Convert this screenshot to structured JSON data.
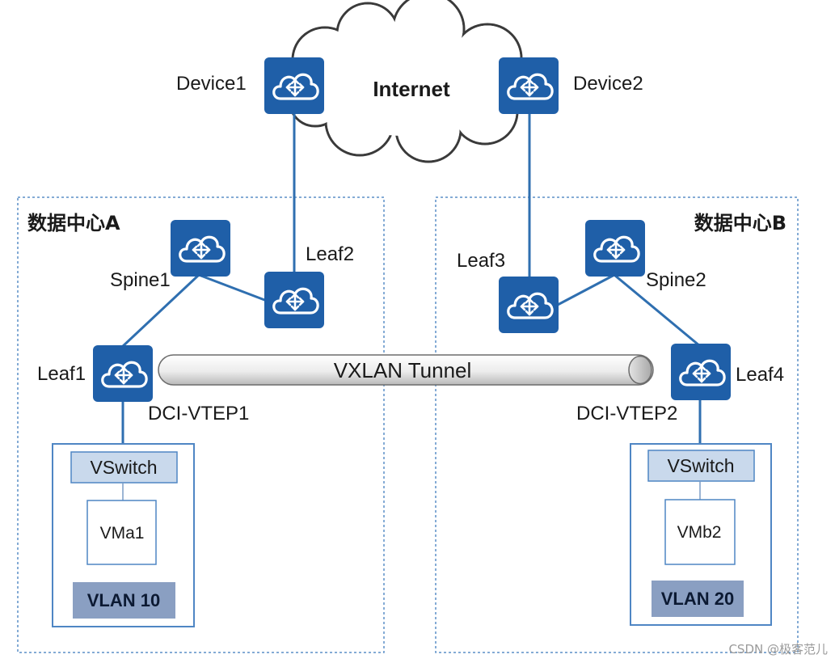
{
  "internet": {
    "label": "Internet"
  },
  "devices": {
    "device1": "Device1",
    "device2": "Device2",
    "spine1": "Spine1",
    "spine2": "Spine2",
    "leaf1": "Leaf1",
    "leaf2": "Leaf2",
    "leaf3": "Leaf3",
    "leaf4": "Leaf4"
  },
  "datacenters": {
    "a": {
      "label": "数据中心A"
    },
    "b": {
      "label": "数据中心B"
    }
  },
  "tunnel": {
    "label": "VXLAN Tunnel"
  },
  "vteps": {
    "vtep1": "DCI-VTEP1",
    "vtep2": "DCI-VTEP2"
  },
  "hosts": {
    "a": {
      "vswitch": "VSwitch",
      "vm": "VMa1",
      "vlan": "VLAN 10"
    },
    "b": {
      "vswitch": "VSwitch",
      "vm": "VMb2",
      "vlan": "VLAN 20"
    }
  },
  "watermark": "CSDN @极客范儿",
  "colors": {
    "device_fill": "#1f5fa8",
    "link": "#2f6fb0",
    "vswitch_fill": "#c9d9ec",
    "vlan_fill": "#8a9fc2",
    "dc_border": "#5b8fc7"
  },
  "icons": {
    "device": "cloud-router-icon"
  }
}
